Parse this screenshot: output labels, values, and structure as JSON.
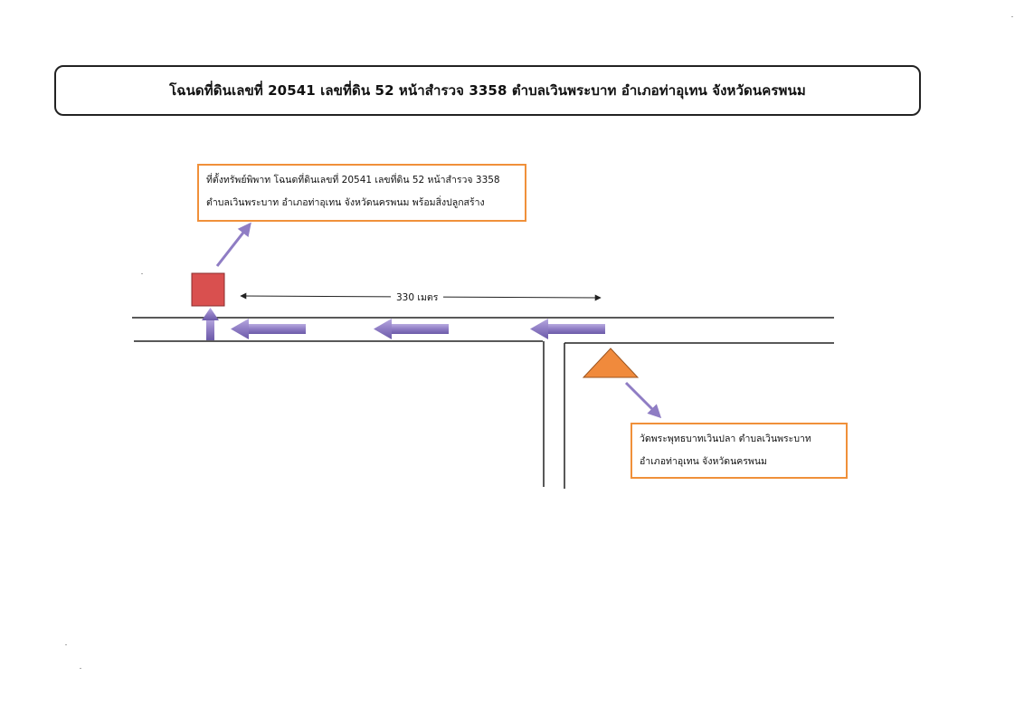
{
  "title": "โฉนดที่ดินเลขที่ 20541 เลขที่ดิน 52 หน้าสำรวจ 3358 ตำบลเวินพระบาท อำเภอท่าอุเทน จังหวัดนครพนม",
  "property_callout": {
    "line1": "ที่ตั้งทรัพย์พิพาท โฉนดที่ดินเลขที่ 20541 เลขที่ดิน 52 หน้าสำรวจ 3358",
    "line2": "ตำบลเวินพระบาท อำเภอท่าอุเทน จังหวัดนครพนม พร้อมสิ่งปลูกสร้าง"
  },
  "temple_callout": {
    "line1": "วัดพระพุทธบาทเวินปลา ตำบลเวินพระบาท",
    "line2": "อำเภอท่าอุเทน จังหวัดนครพนม"
  },
  "distance_label": "330 เมตร",
  "colors": {
    "property_marker": "#d9504f",
    "temple_marker": "#f08a3c",
    "direction_arrow": "#8f7dc4",
    "callout_border": "#f0903a",
    "road_line": "#222222"
  },
  "icons": {
    "property_marker": "red-square-marker-icon",
    "temple_marker": "orange-triangle-marker-icon"
  }
}
